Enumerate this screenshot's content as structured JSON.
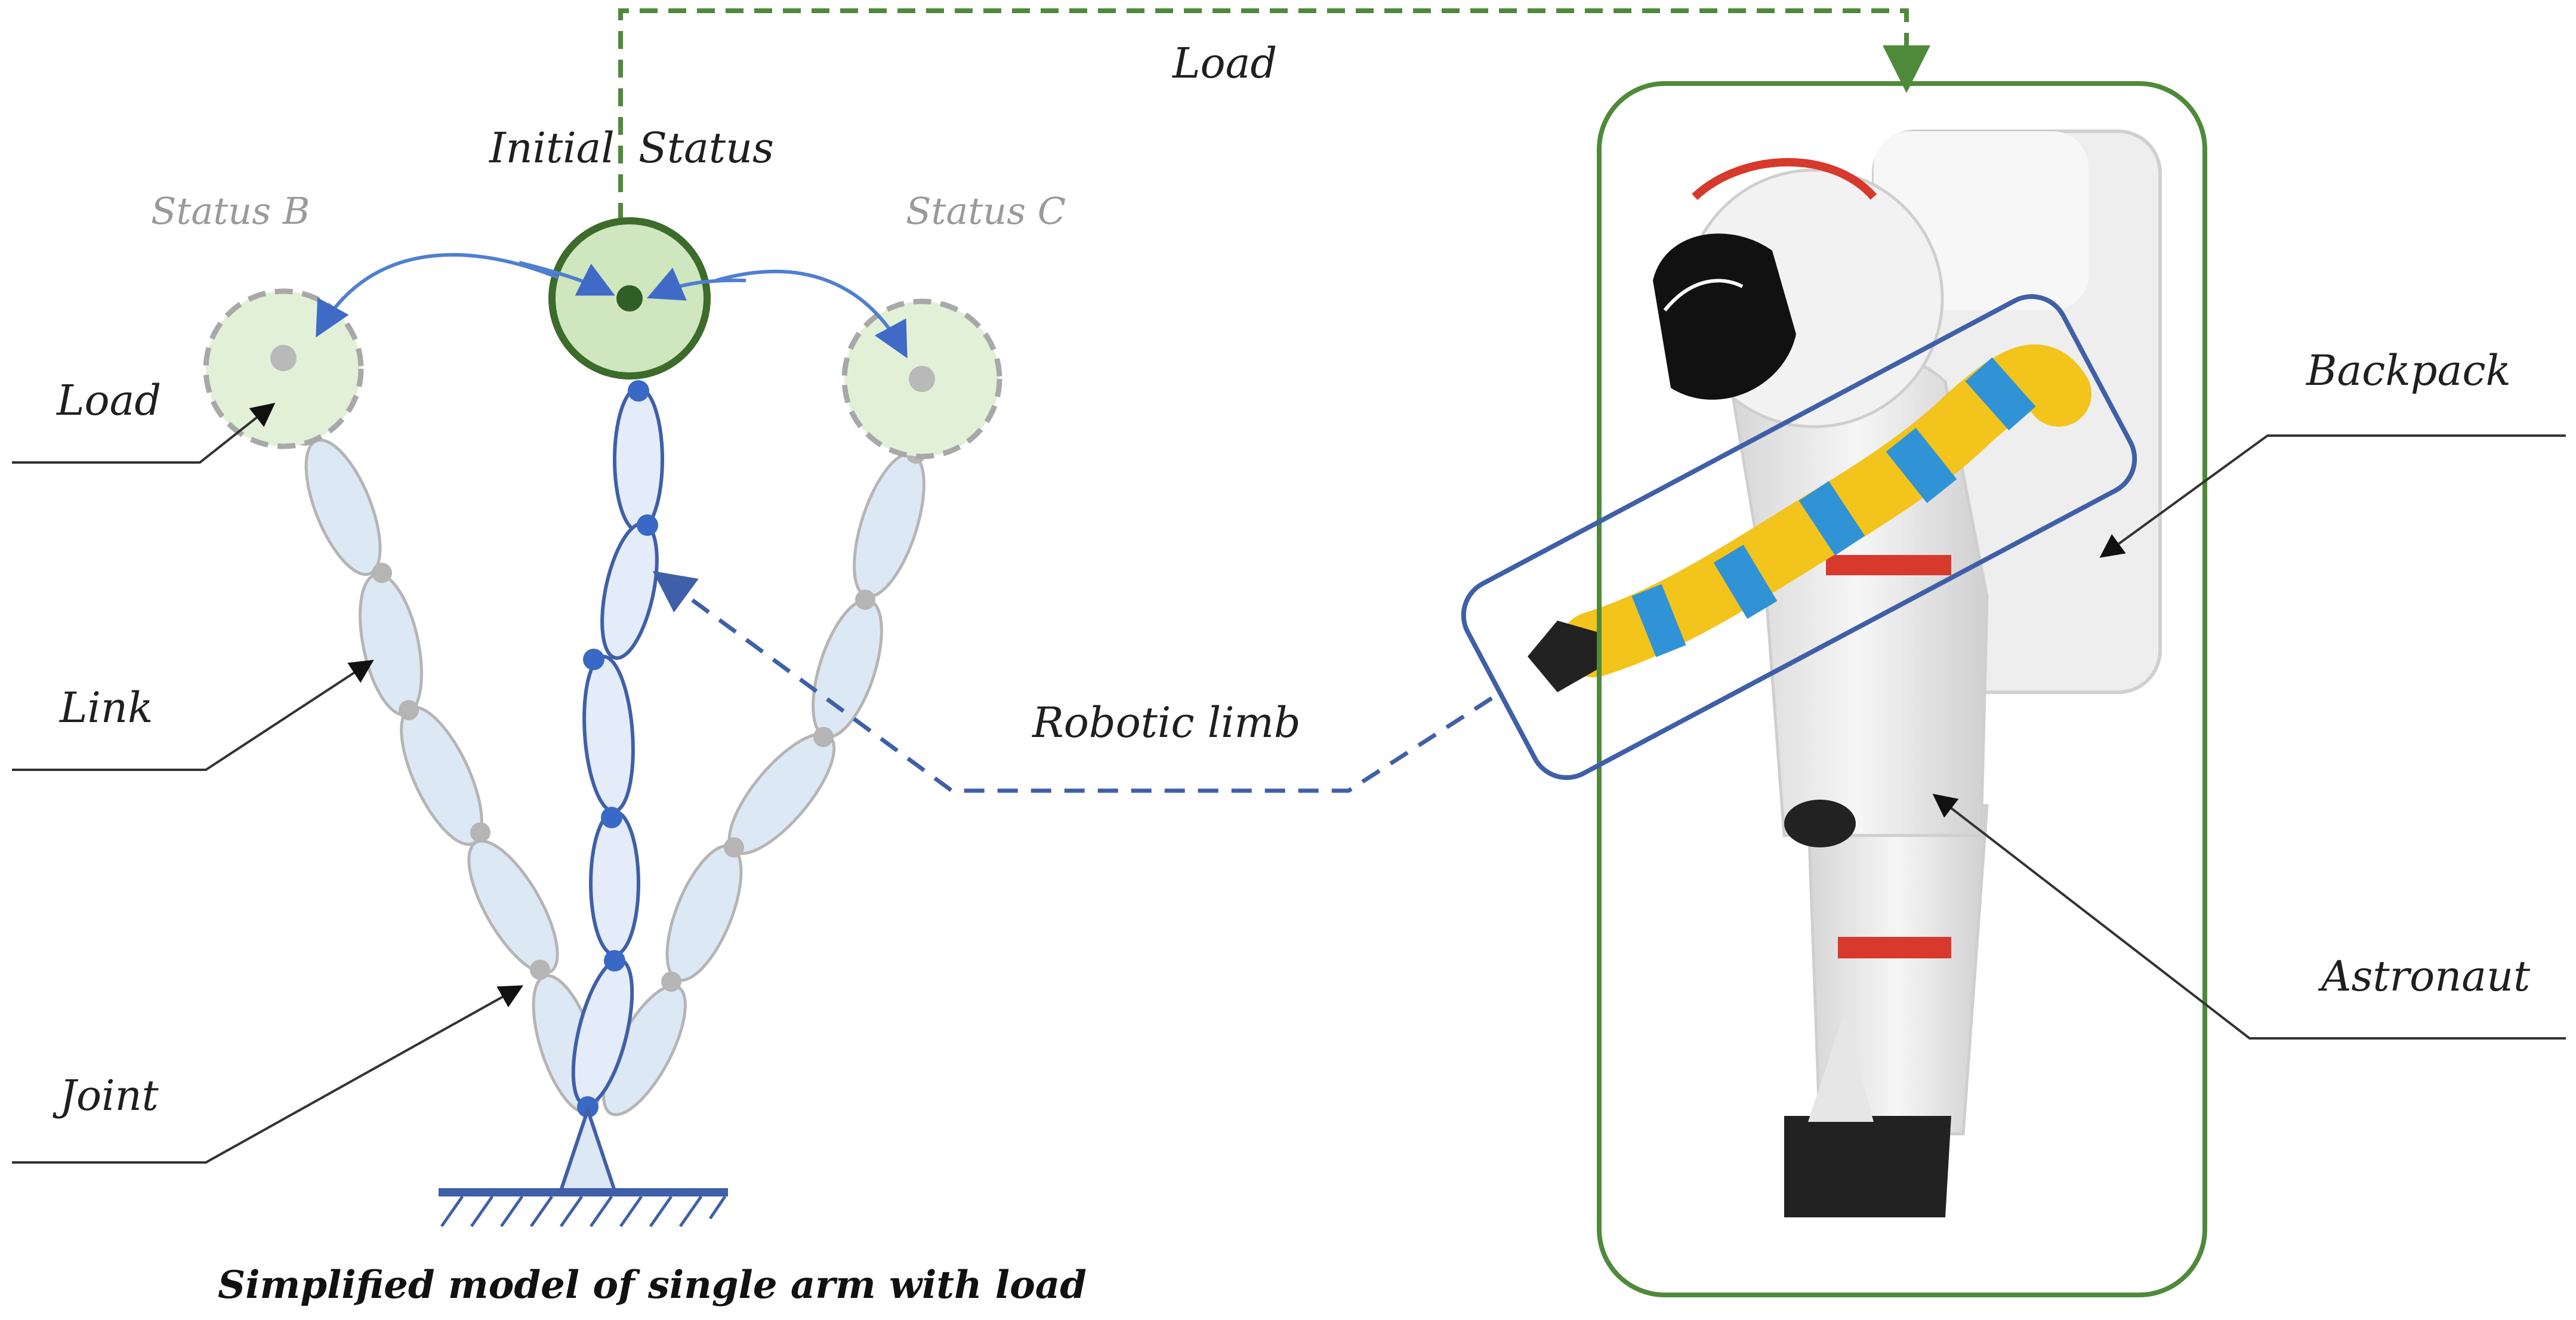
{
  "labels": {
    "load_top": "Load",
    "initial": "Initial",
    "status": "Status",
    "status_b": "Status B",
    "status_c": "Status C",
    "load_left": "Load",
    "link": "Link",
    "joint": "Joint",
    "robotic_limb": "Robotic limb",
    "backpack": "Backpack",
    "astronaut": "Astronaut",
    "caption": "Simplified model of single arm with load"
  },
  "colors": {
    "green_frame": "#4f8a3b",
    "green_dark": "#3d6b2a",
    "load_fill": "#cfe6bf",
    "load_fill_light": "#e3f0d8",
    "arm_blue": "#3f5fa8",
    "arm_fill": "#dde8f5",
    "joint_blue": "#3a68c6",
    "gray_link": "#b5b5b5",
    "limb_yellow": "#f2c41c",
    "limb_blue": "#2f93d6",
    "suit_white": "#ececec",
    "suit_red": "#d8392d"
  }
}
